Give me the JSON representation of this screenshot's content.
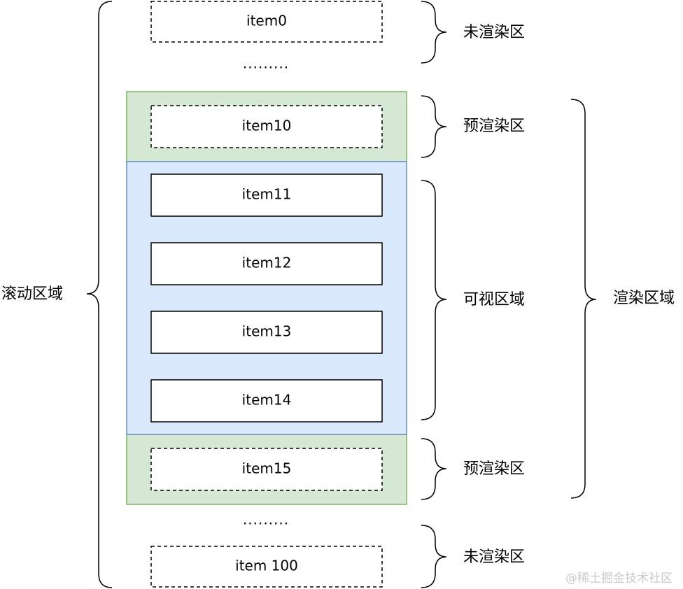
{
  "diagram": {
    "items": {
      "item0": "item0",
      "item10": "item10",
      "item11": "item11",
      "item12": "item12",
      "item13": "item13",
      "item14": "item14",
      "item15": "item15",
      "item100": "item 100"
    },
    "ellipsis": ".........",
    "labels": {
      "scroll_area": "滚动区域",
      "unrendered": "未渲染区",
      "prerender": "预渲染区",
      "visible_area": "可视区域",
      "render_area": "渲染区域"
    },
    "colors": {
      "prerender_fill": "#d5e8d4",
      "prerender_stroke": "#82b366",
      "visible_fill": "#dae8fc",
      "visible_stroke": "#6c8ebf"
    }
  },
  "watermark": "@稀土掘金技术社区"
}
